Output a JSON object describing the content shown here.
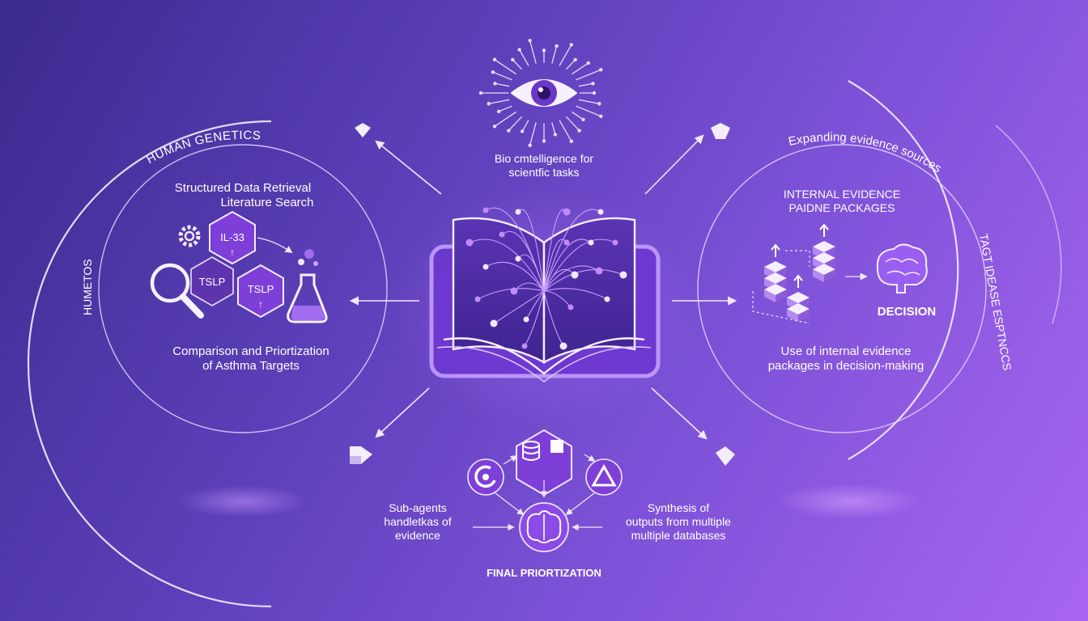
{
  "top": {
    "caption_line1": "Bio cmtelligence for",
    "caption_line2": "scientfic tasks"
  },
  "left": {
    "arc_title": "HUMAN GENETICS",
    "vertical_label": "HUMETOS",
    "heading_line1": "Structured Data Retrieval",
    "heading_line2": "Literature Search",
    "hex_labels": [
      "IL-33",
      "TSLP",
      "TSLP"
    ],
    "footer_line1": "Comparison and Priortization",
    "footer_line2": "of Asthma Targets"
  },
  "right": {
    "arc_title": "Expanding evidence sources",
    "vertical_label": "TAGT IDEASE ESPTNCCS",
    "heading_line1": "INTERNAL EVIDENCE",
    "heading_line2": "PAIDNE PACKAGES",
    "decision": "DECISION",
    "footer_line1": "Use of internal evidence",
    "footer_line2": "packages in decision-making"
  },
  "bottom": {
    "left_line1": "Sub-agents",
    "left_line2": "handletkas of",
    "left_line3": "evidence",
    "right_line1": "Synthesis of",
    "right_line2": "outputs from multiple",
    "right_line3": "multiple databases",
    "final": "FINAL PRIORTIZATION"
  },
  "colors": {
    "accent": "#9b5cf0",
    "hex_fill": "#7b3fd6",
    "line": "#e8dcff"
  }
}
